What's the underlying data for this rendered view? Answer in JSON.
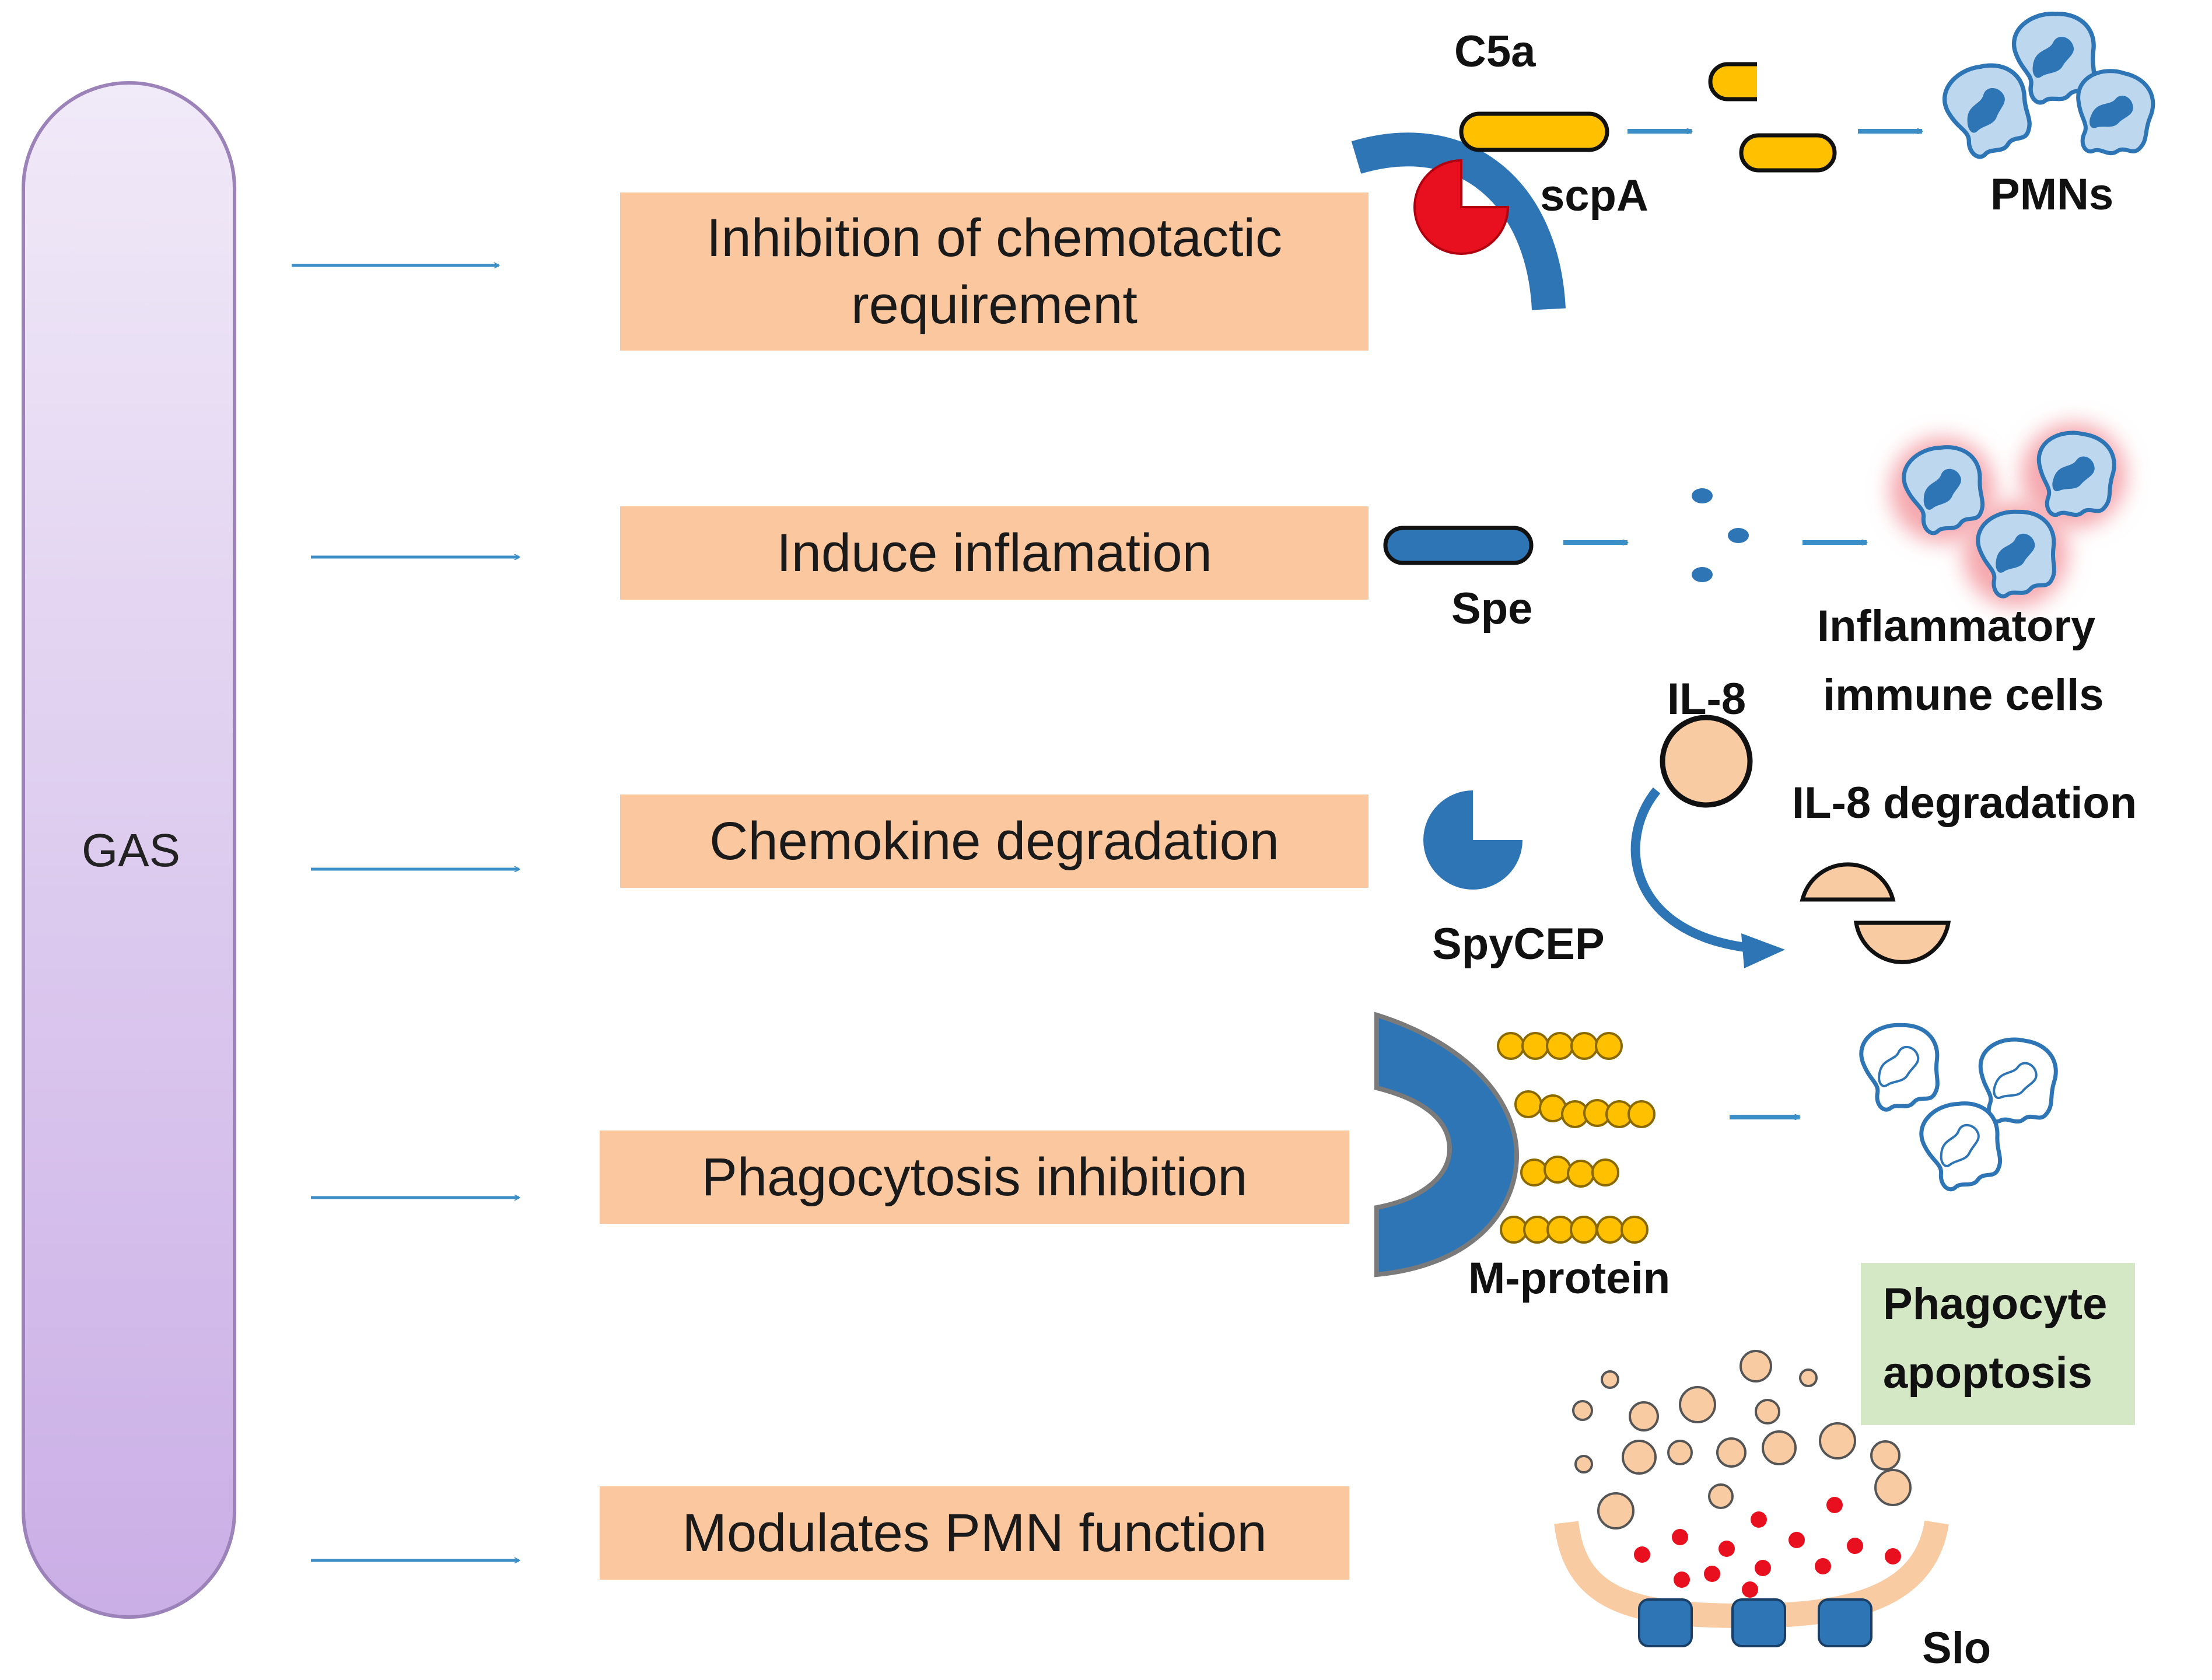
{
  "gas_label": "GAS",
  "mechanisms": [
    {
      "line1": "Inhibition of chemotactic",
      "line2": "requirement"
    },
    {
      "line1": "Induce inflamation"
    },
    {
      "line1": "Chemokine degradation"
    },
    {
      "line1": "Phagocytosis inhibition"
    },
    {
      "line1": "Modulates PMN function"
    }
  ],
  "labels": {
    "c5a": "C5a",
    "scpa": "scpA",
    "pmns": "PMNs",
    "spe": "Spe",
    "inflammatory_line1": "Inflammatory",
    "inflammatory_line2": "immune cells",
    "il8": "IL-8",
    "il8_degradation": "IL-8 degradation",
    "spycep": "SpyCEP",
    "mprotein": "M-protein",
    "phagocyte_line1": "Phagocyte",
    "phagocyte_line2": "apoptosis",
    "slo": "Slo"
  },
  "colors": {
    "box": "#fbc79f",
    "bar": "#d8c5ec",
    "blue": "#2e75b6",
    "yellow": "#ffc000",
    "red": "#e8101e",
    "peach": "#f8cba3",
    "green": "#d5e8c5",
    "arrow": "#3b8fc6"
  }
}
